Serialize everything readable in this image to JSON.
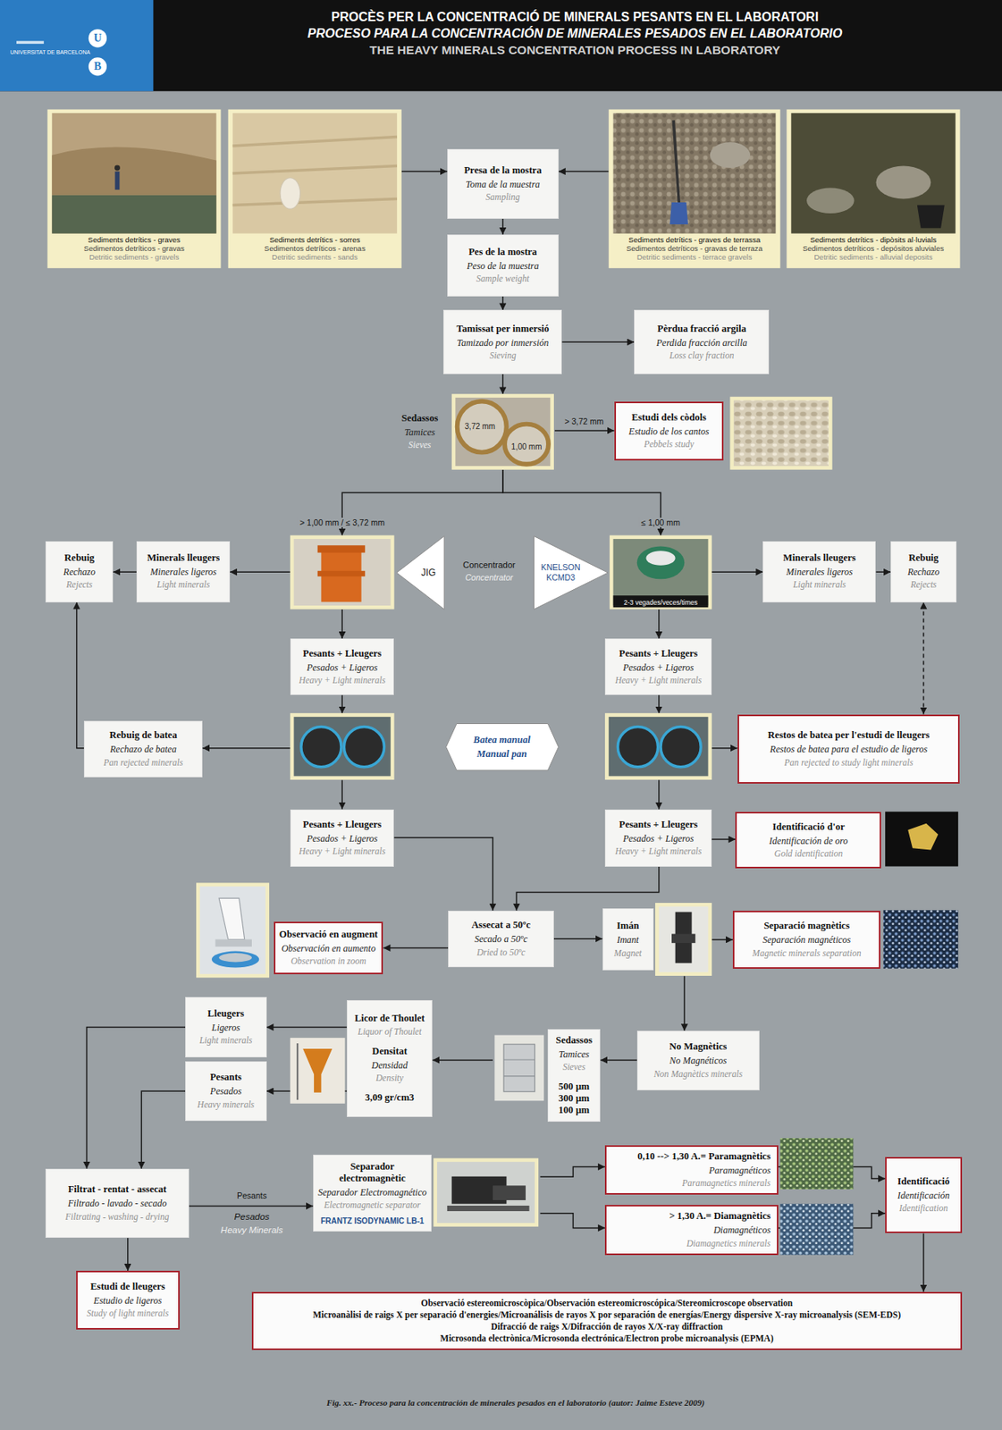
{
  "diagram": {
    "title": "PROCÈS PER LA CONCENTRACIÓ DE MINERALS PESANTS EN EL LABORATORI",
    "caption": "Fig. xx.- Proceso para la concentración de minerales pesados en el laboratorio (autor: Jaime Esteve 2009)",
    "nodes": [
      {
        "text": [
          "Sediments detrítics - graves",
          "Sedimentos detríticos - gravas",
          "Detritic sediments - gravels"
        ]
      },
      {
        "text": [
          "Sediments detrítics - sorres",
          "Sedimentos detríticos - arenas",
          "Detritic sediments - sands"
        ]
      },
      {
        "text": [
          "Presa de la mostra",
          "Toma de la muestra",
          "Sampling"
        ]
      },
      {
        "text": [
          "Sediments detrítics - graves de terrassa",
          "Sedimentos detríticos - gravas de terraza",
          "Detritic sediments - terrace gravels"
        ]
      },
      {
        "text": [
          "Sediments detrítics - dipòsits al·luvials",
          "Sedimentos detríticos - depósitos aluviales",
          "Detritic sediments - alluvial deposits"
        ]
      },
      {
        "text": [
          "Pes de la mostra",
          "Peso de la muestra",
          "Sample weight"
        ]
      },
      {
        "text": [
          "Tamissat per inmersió",
          "Tamizado por inmersión",
          "Sieving"
        ]
      },
      {
        "text": [
          "Pèrdua fracció argila",
          "Perdida fracción arcilla",
          "Loss clay fraction"
        ]
      },
      {
        "text": [
          "Sedassos",
          "Tamices",
          "Sieves"
        ]
      },
      {
        "text": [
          "Estudi dels còdols",
          "Estudio de los cantos",
          "Pebbels study"
        ]
      },
      {
        "text": [
          "JIG"
        ]
      },
      {
        "text": [
          "Minerals lleugers",
          "Minerales ligeros",
          "Light minerals"
        ]
      },
      {
        "text": [
          "Rebuig",
          "Rechazo",
          "Rejects"
        ]
      },
      {
        "text": [
          "KNELSON KCMD3"
        ]
      },
      {
        "text": [
          "Minerals lleugers",
          "Minerales ligeros",
          "Light minerals"
        ]
      },
      {
        "text": [
          "Rebuig",
          "Rechazo",
          "Rejects"
        ]
      },
      {
        "text": [
          "Pesants + Lleugers",
          "Pesados + Ligeros",
          "Heavy + Light minerals"
        ]
      },
      {
        "text": [
          "Pesants + Lleugers",
          "Pesados + Ligeros",
          "Heavy + Light minerals"
        ]
      },
      {
        "text": [
          "Batea manual",
          "Manual pan"
        ]
      },
      {
        "text": [
          "Rebuig de batea",
          "Rechazo de batea",
          "Pan rejected minerals"
        ]
      },
      {
        "text": [
          "Restos de batea per l'estudi de lleugers",
          "Restos de batea para el estudio de ligeros",
          "Pan rejected to study light minerals"
        ]
      },
      {
        "text": [
          "Pesants + Lleugers",
          "Pesados + Ligeros",
          "Heavy + Light minerals"
        ]
      },
      {
        "text": [
          "Pesants + Lleugers",
          "Pesados + Ligeros",
          "Heavy + Light minerals"
        ]
      },
      {
        "text": [
          "Identificació d'or",
          "Identificación de oro",
          "Gold identification"
        ]
      },
      {
        "text": [
          "Assecat a 50ºc",
          "Secado a 50ºc",
          "Dried to 50ºc"
        ]
      },
      {
        "text": [
          "Observació en augment",
          "Observación en aumento",
          "Observation in zoom"
        ]
      },
      {
        "text": [
          "Imán",
          "Imant",
          "Magnet"
        ]
      },
      {
        "text": [
          "Separació magnètics",
          "Separación magnéticos",
          "Magnetic minerals separation"
        ]
      },
      {
        "text": [
          "No Magnètics",
          "No Magnéticos",
          "Non Magnètics minerals"
        ]
      },
      {
        "text": [
          "Sedassos",
          "Tamices",
          "Sieves",
          "500 µm 300 µm 100 µm"
        ]
      },
      {
        "text": [
          "Licor de Thoulet",
          "Liquor of Thoulet",
          "Densitat",
          "Densidad",
          "Density",
          "3,09 gr/cm3"
        ]
      },
      {
        "text": [
          "Lleugers",
          "Ligeros",
          "Light minerals"
        ]
      },
      {
        "text": [
          "Pesants",
          "Pesados",
          "Heavy minerals"
        ]
      },
      {
        "text": [
          "Filtrat - rentat - assecat",
          "Filtrado - lavado - secado",
          "Filtrating - washing - drying"
        ]
      },
      {
        "text": [
          "Estudi de lleugers",
          "Estudio de ligeros",
          "Study of light minerals"
        ]
      },
      {
        "text": [
          "Separador electromagnètic",
          "Separador Electromagnético",
          "Electromagnetic separator",
          "FRANTZ ISODYNAMIC LB-1"
        ]
      },
      {
        "text": [
          "0,10 --> 1,30 A.= Paramagnètics",
          "Paramagnéticos",
          "Paramagnetics minerals"
        ]
      },
      {
        "text": [
          "> 1,30 A.= Diamagnètics",
          "Diamagnéticos",
          "Diamagnetics minerals"
        ]
      },
      {
        "text": [
          "Identificació",
          "Identificación",
          "Identification"
        ]
      },
      {
        "text": [
          "Observació estereomicroscòpica/Observación estereomicroscópica/Stereomicroscope observation",
          "Microanàlisi de raigs X per separació d'energies/Microanálisis de rayos X por separación de energías/Energy dispersive X-ray microanalysis (SEM-EDS)",
          "Difracció de raigs X/Difracción de rayos X/X-ray diffraction",
          "Microsonda electrònica/Microsonda electrónica/Electron probe microanalysis (EPMA)"
        ]
      }
    ],
    "edges": [
      {
        "from": 1,
        "to": 2,
        "arrow": "to"
      },
      {
        "from": 3,
        "to": 2,
        "arrow": "to"
      },
      {
        "from": 2,
        "to": 5,
        "arrow": "to"
      },
      {
        "from": 5,
        "to": 6,
        "arrow": "to"
      },
      {
        "from": 6,
        "to": 7,
        "arrow": "to"
      },
      {
        "from": 6,
        "to": 8,
        "arrow": "to"
      },
      {
        "from": 8,
        "to": 9,
        "arrow": "to",
        "label": "> 3,72 mm"
      },
      {
        "from": 8,
        "to": 10,
        "arrow": "to",
        "label": "> 1,00 mm / ≤ 3,72 mm"
      },
      {
        "from": 8,
        "to": 13,
        "arrow": "to",
        "label": "≤ 1,00 mm"
      },
      {
        "from": 10,
        "to": 11,
        "arrow": "to"
      },
      {
        "from": 11,
        "to": 12,
        "arrow": "to"
      },
      {
        "from": 10,
        "to": 16,
        "arrow": "to"
      },
      {
        "from": 13,
        "to": 14,
        "arrow": "to"
      },
      {
        "from": 14,
        "to": 15,
        "arrow": "to"
      },
      {
        "from": 13,
        "to": 17,
        "arrow": "to"
      },
      {
        "from": 16,
        "to": 18,
        "arrow": "to"
      },
      {
        "from": 17,
        "to": 18,
        "arrow": "to"
      },
      {
        "from": 18,
        "to": 21,
        "arrow": "to"
      },
      {
        "from": 18,
        "to": 22,
        "arrow": "to"
      },
      {
        "from": 18,
        "to": 19,
        "arrow": "to"
      },
      {
        "from": 18,
        "to": 20,
        "arrow": "to"
      },
      {
        "from": 19,
        "to": 12,
        "arrow": "to"
      },
      {
        "from": 20,
        "to": 15,
        "arrow": "both"
      },
      {
        "from": 22,
        "to": 23,
        "arrow": "to"
      },
      {
        "from": 21,
        "to": 24,
        "arrow": "to"
      },
      {
        "from": 22,
        "to": 24,
        "arrow": "to"
      },
      {
        "from": 24,
        "to": 25,
        "arrow": "to"
      },
      {
        "from": 24,
        "to": 26,
        "arrow": "to"
      },
      {
        "from": 26,
        "to": 27,
        "arrow": "to"
      },
      {
        "from": 26,
        "to": 28,
        "arrow": "to"
      },
      {
        "from": 28,
        "to": 29,
        "arrow": "to"
      },
      {
        "from": 29,
        "to": 30,
        "arrow": "to"
      },
      {
        "from": 30,
        "to": 31,
        "arrow": "to"
      },
      {
        "from": 30,
        "to": 32,
        "arrow": "to"
      },
      {
        "from": 31,
        "to": 33,
        "arrow": "to"
      },
      {
        "from": 32,
        "to": 33,
        "arrow": "to"
      },
      {
        "from": 33,
        "to": 34,
        "arrow": "to"
      },
      {
        "from": 33,
        "to": 35,
        "arrow": "to",
        "label": "Pesants"
      },
      {
        "from": 35,
        "to": 36,
        "arrow": "to"
      },
      {
        "from": 35,
        "to": 37,
        "arrow": "to"
      },
      {
        "from": 36,
        "to": 38,
        "arrow": "to"
      },
      {
        "from": 37,
        "to": 38,
        "arrow": "to"
      },
      {
        "from": 38,
        "to": 39,
        "arrow": "to"
      }
    ],
    "labels": [
      "UNIVERSITAT DE BARCELONA",
      "U",
      "B",
      "PROCESO PARA LA CONCENTRACIÓN DE MINERALES PESADOS EN EL LABORATORIO",
      "THE HEAVY MINERALS CONCENTRATION PROCESS IN LABORATORY",
      "3,72 mm",
      "1,00 mm",
      "Concentrador",
      "Concentrator",
      "2-3 vegades/veces/times",
      "Pesados",
      "Heavy Minerals"
    ]
  }
}
